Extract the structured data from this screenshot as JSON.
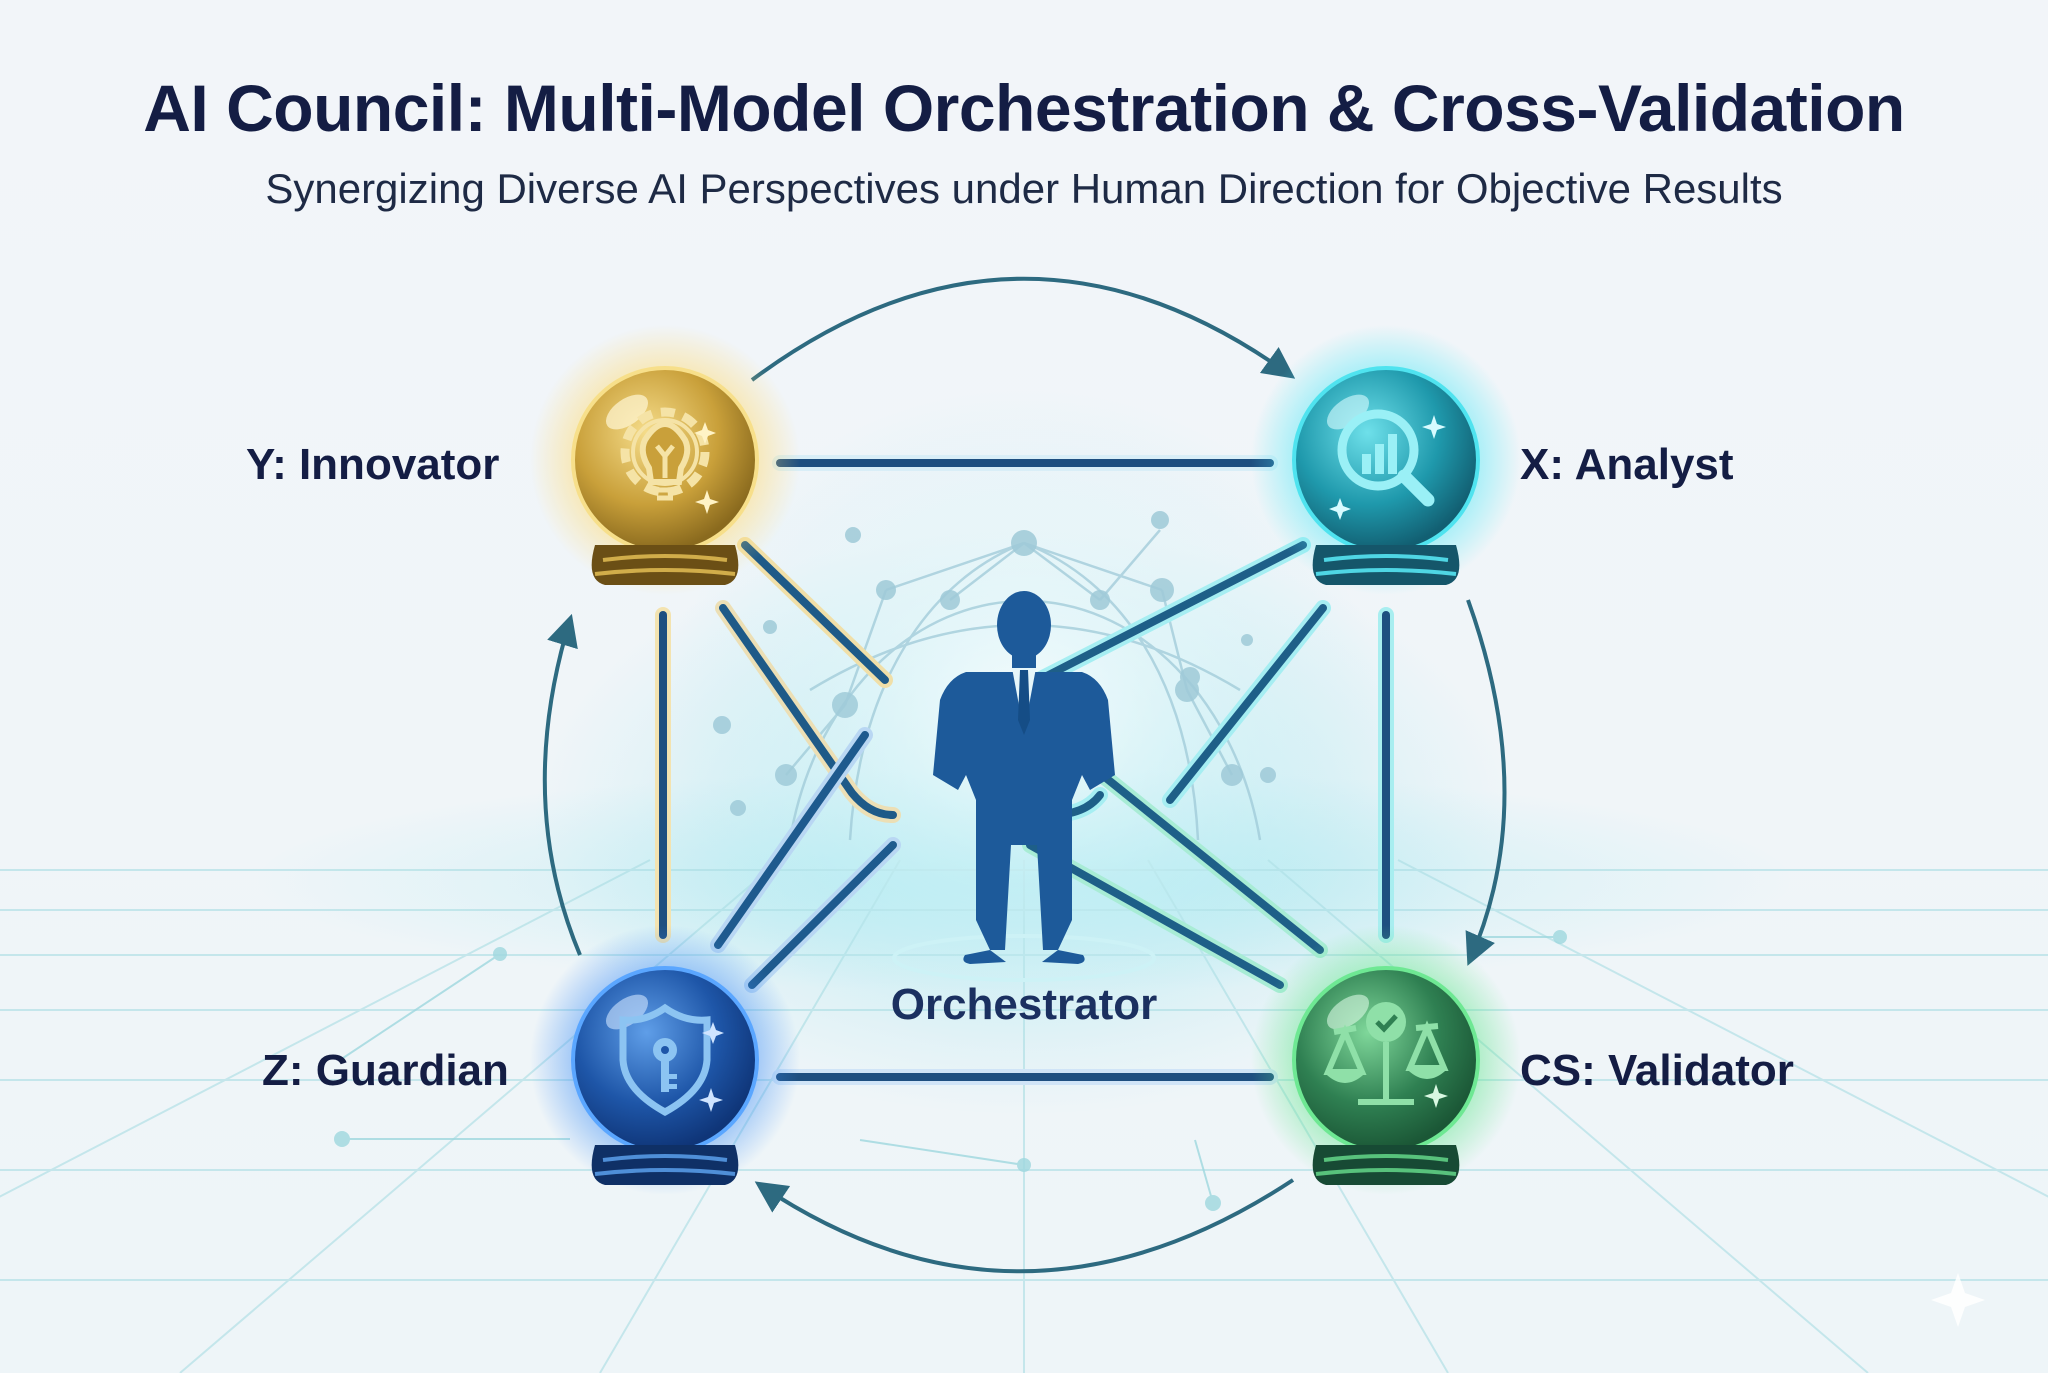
{
  "header": {
    "title": "AI Council: Multi-Model Orchestration & Cross-Validation",
    "subtitle": "Synergizing Diverse AI Perspectives under Human Direction for Objective Results"
  },
  "center": {
    "label": "Orchestrator",
    "icon": "businessman-silhouette-icon",
    "color": "#1d5a9a"
  },
  "nodes": [
    {
      "id": "Y",
      "label": "Y: Innovator",
      "icon": "gear-lightbulb-icon",
      "position": "top-left",
      "color": "#c9a53a"
    },
    {
      "id": "X",
      "label": "X: Analyst",
      "icon": "magnifier-bar-chart-icon",
      "position": "top-right",
      "color": "#2ab6c6"
    },
    {
      "id": "Z",
      "label": "Z: Guardian",
      "icon": "shield-key-icon",
      "position": "bottom-left",
      "color": "#1f5fb5"
    },
    {
      "id": "CS",
      "label": "CS: Validator",
      "icon": "scales-checkmark-icon",
      "position": "bottom-right",
      "color": "#3d9a60"
    }
  ],
  "cycle_arrows": [
    {
      "from": "Y",
      "to": "X",
      "direction": "clockwise"
    },
    {
      "from": "X",
      "to": "CS",
      "direction": "clockwise"
    },
    {
      "from": "CS",
      "to": "Z",
      "direction": "clockwise"
    },
    {
      "from": "Z",
      "to": "Y",
      "direction": "clockwise"
    }
  ],
  "colors": {
    "title": "#141d44",
    "arrow": "#2d6a80",
    "connector": "#1e4f80",
    "background": "#eff4f8"
  }
}
